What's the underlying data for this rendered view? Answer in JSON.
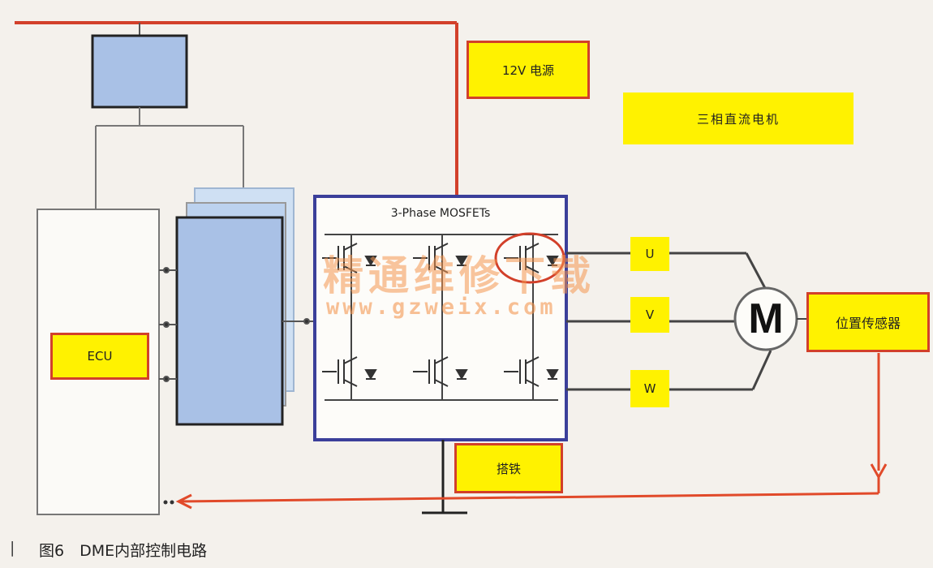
{
  "labels": {
    "power": "12V 电源",
    "motor": "三相直流电机",
    "mosfets": "3-Phase MOSFETs",
    "ecu": "ECU",
    "phase_u": "U",
    "phase_v": "V",
    "phase_w": "W",
    "motor_symbol": "M",
    "sensor": "位置传感器",
    "ground": "搭铁"
  },
  "watermark": {
    "text": "精通维修下载",
    "url": "www.gzweix.com"
  },
  "caption": {
    "mark": "|",
    "text": "图6　DME内部控制电路"
  },
  "colors": {
    "power_line": "#d2402a",
    "signal_arrow": "#e14a2a",
    "module_fill": "#a9c1e6",
    "mosfet_border": "#3b3f9a",
    "label_fill": "#fff200"
  }
}
